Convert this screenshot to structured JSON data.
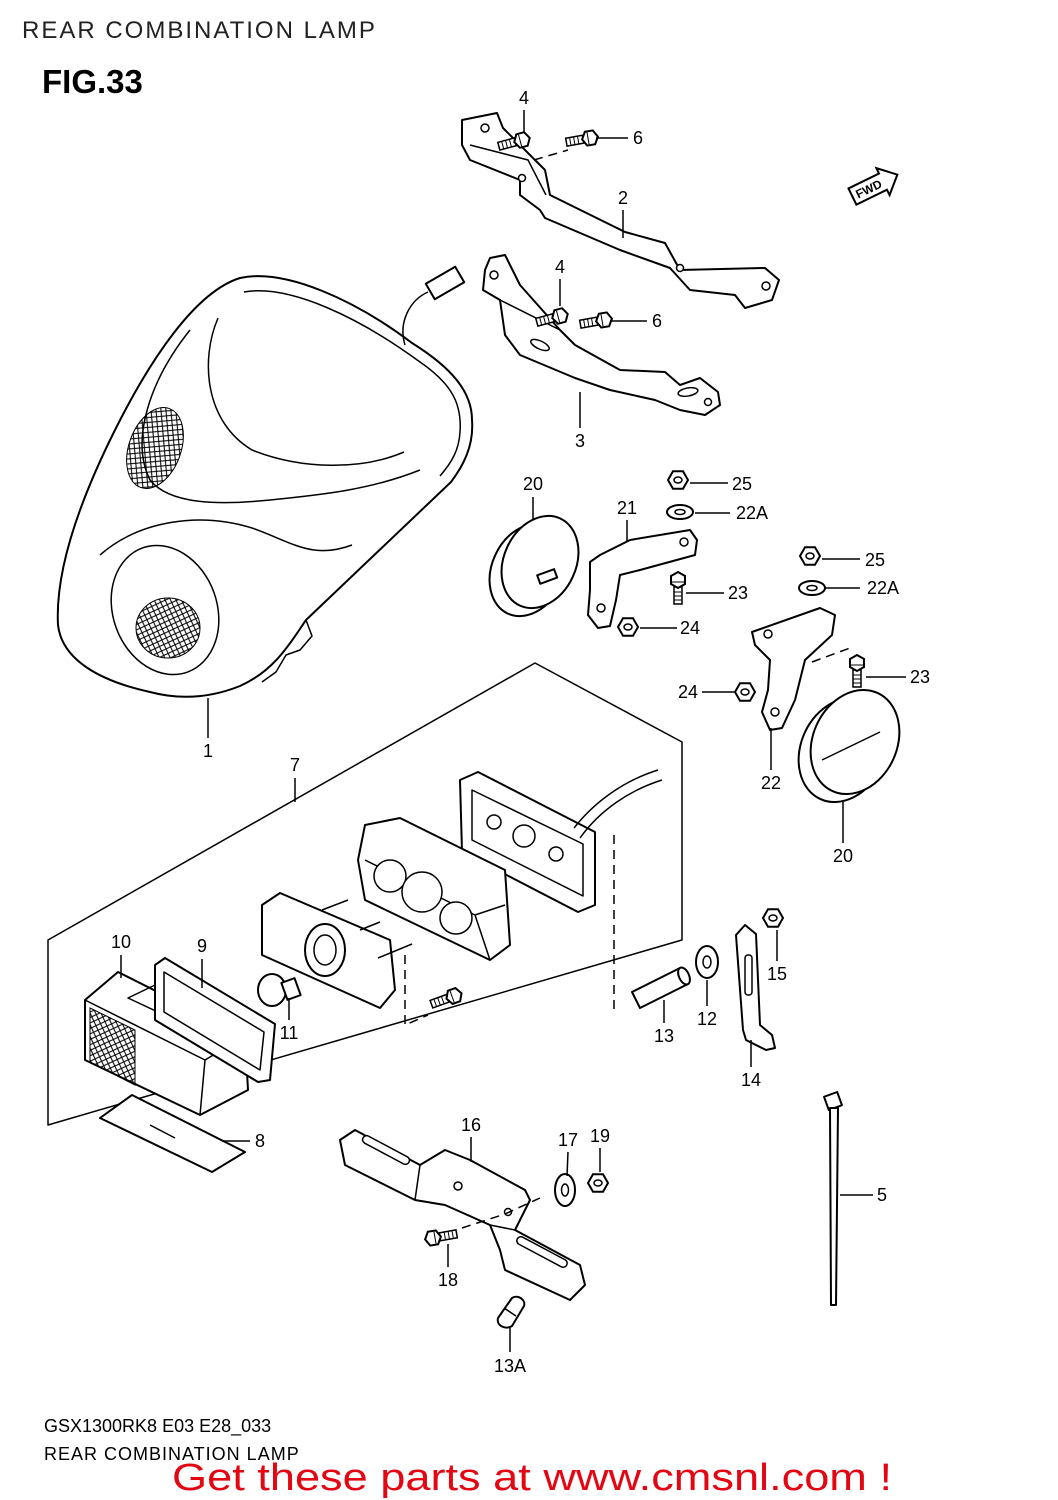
{
  "header": {
    "title": "REAR COMBINATION LAMP",
    "figure": "FIG.33"
  },
  "direction_marker": "FWD",
  "callouts": [
    "4",
    "6",
    "2",
    "4",
    "6",
    "3",
    "20",
    "21",
    "25",
    "22A",
    "23",
    "24",
    "25",
    "22A",
    "23",
    "24",
    "22",
    "20",
    "1",
    "7",
    "10",
    "9",
    "11",
    "13",
    "12",
    "15",
    "14",
    "8",
    "16",
    "17",
    "19",
    "5",
    "18",
    "13A"
  ],
  "footer": {
    "model_code": "GSX1300RK8 E03 E28_033",
    "title": "REAR COMBINATION LAMP",
    "promo": "Get these parts at www.cmsnl.com !"
  },
  "colors": {
    "promo_text": "#e30613",
    "line_art": "#000000",
    "background": "#ffffff"
  }
}
